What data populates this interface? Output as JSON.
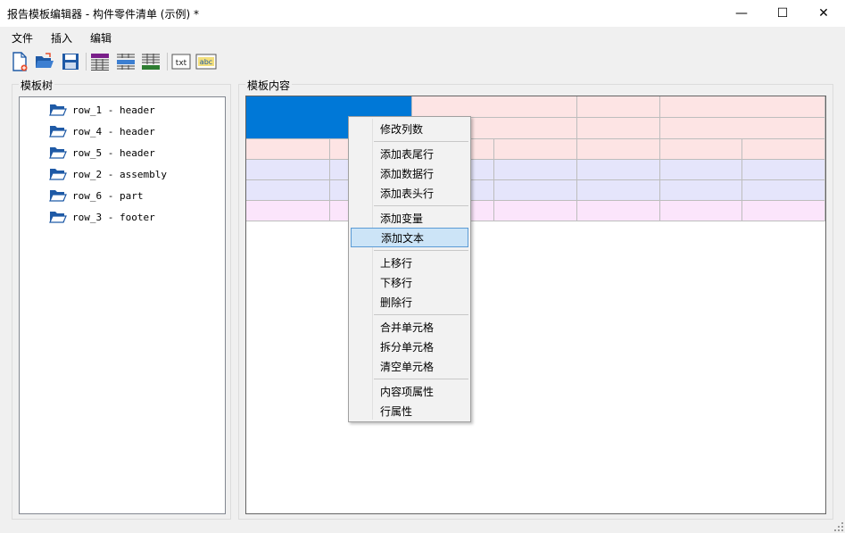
{
  "window": {
    "title": "报告模板编辑器 - 构件零件清单 (示例)  *",
    "minimize_glyph": "—",
    "maximize_glyph": "☐",
    "close_glyph": "✕"
  },
  "menu": {
    "items": [
      {
        "label": "文件"
      },
      {
        "label": "插入"
      },
      {
        "label": "编辑"
      }
    ]
  },
  "toolbar": {
    "buttons": [
      {
        "icon": "new-file-icon"
      },
      {
        "icon": "open-folder-icon"
      },
      {
        "icon": "save-icon"
      },
      {
        "icon": "table-header-icon"
      },
      {
        "icon": "table-data-icon"
      },
      {
        "icon": "table-footer-icon"
      },
      {
        "icon": "text-icon",
        "text": "txt"
      },
      {
        "icon": "variable-icon",
        "text": "abc"
      }
    ]
  },
  "tree_panel": {
    "title": "模板树",
    "items": [
      {
        "label": "row_1 - header"
      },
      {
        "label": "row_4 - header"
      },
      {
        "label": "row_5 - header"
      },
      {
        "label": "row_2 - assembly"
      },
      {
        "label": "row_6 - part"
      },
      {
        "label": "row_3 - footer"
      }
    ]
  },
  "content_panel": {
    "title": "模板内容"
  },
  "context_menu": {
    "items": [
      {
        "label": "修改列数"
      },
      {
        "label": "添加表尾行"
      },
      {
        "label": "添加数据行"
      },
      {
        "label": "添加表头行"
      },
      {
        "label": "添加变量"
      },
      {
        "label": "添加文本",
        "highlighted": true
      },
      {
        "label": "上移行"
      },
      {
        "label": "下移行"
      },
      {
        "label": "删除行"
      },
      {
        "label": "合并单元格"
      },
      {
        "label": "拆分单元格"
      },
      {
        "label": "清空单元格"
      },
      {
        "label": "内容项属性"
      },
      {
        "label": "行属性"
      }
    ]
  },
  "colors": {
    "selected_cell": "#0078d7",
    "header_row": "#fde4e4",
    "assembly_row": "#e5e5fb",
    "part_row": "#e5e5fb",
    "footer_row": "#fbe5fb",
    "folder": "#1f5aa6",
    "menu_highlight": "#cce4f7"
  }
}
